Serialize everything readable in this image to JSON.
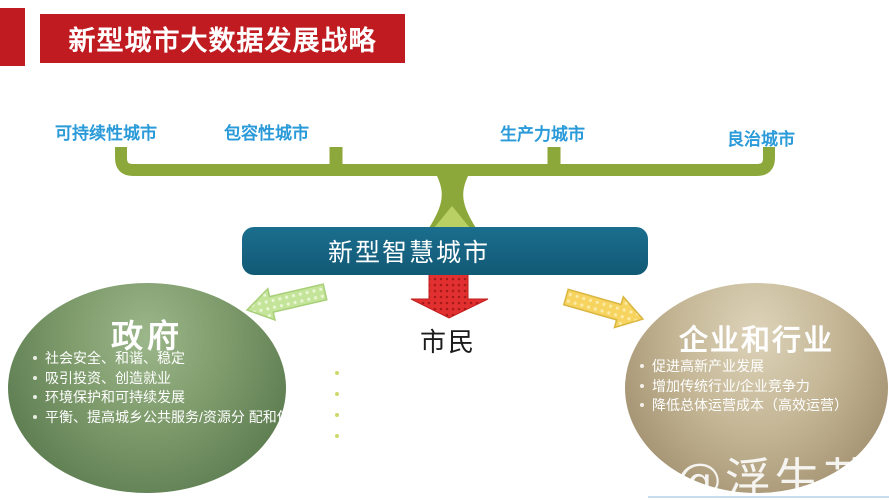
{
  "slide": {
    "title": "新型城市大数据发展战略",
    "watermark": "@浮生茶"
  },
  "tree": {
    "branch_labels": [
      "可持续性城市",
      "包容性城市",
      "生产力城市",
      "良治城市"
    ],
    "root": "新型智慧城市"
  },
  "stakeholders": {
    "government": {
      "title": "政府",
      "bullets": [
        "社会安全、和谐、稳定",
        "吸引投资、创造就业",
        "环境保护和可持续发展",
        "平衡、提高城乡公共服务/资源分 配和使用"
      ]
    },
    "citizens": {
      "title": "市民",
      "bullets": [
        "",
        "",
        "",
        ""
      ]
    },
    "enterprise": {
      "title": "企业和行业",
      "bullets": [
        "促进高新产业发展",
        "增加传统行业/企业竞争力",
        "降低总体运营成本（高效运营）"
      ]
    }
  },
  "icons": {
    "government_arrow": "arrow-down-left-icon",
    "citizens_arrow": "arrow-down-icon",
    "enterprise_arrow": "arrow-down-right-icon"
  },
  "colors": {
    "banner_red": "#bf1b21",
    "branch_label_blue": "#2a9ad9",
    "connector_olive": "#8da83a",
    "root_box_teal": "#166281",
    "government_green": "#6f8f5e",
    "enterprise_tan": "#b3a584",
    "arrow_green": "#c4e49a",
    "arrow_red": "#e23030",
    "arrow_yellow": "#f6d45f"
  }
}
